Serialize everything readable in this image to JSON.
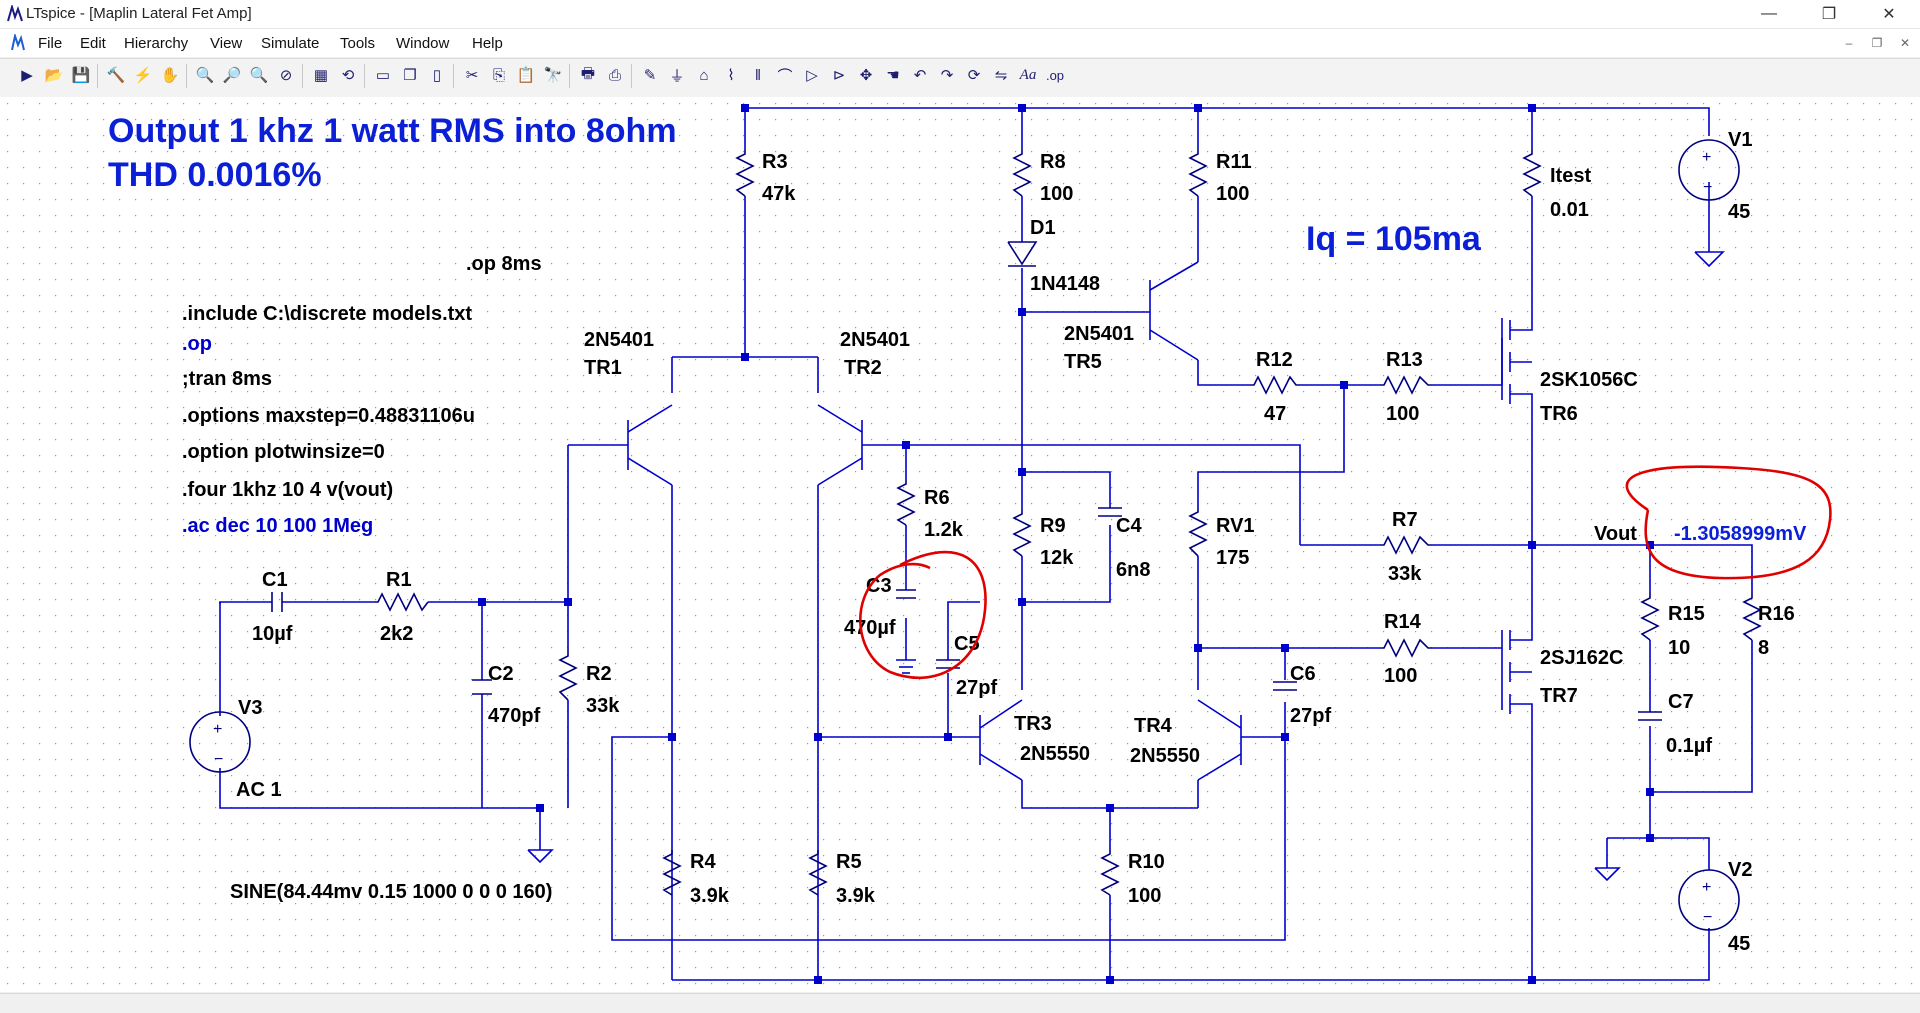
{
  "window": {
    "title": "LTspice - [Maplin Lateral Fet Amp]"
  },
  "menu": [
    "File",
    "Edit",
    "Hierarchy",
    "View",
    "Simulate",
    "Tools",
    "Window",
    "Help"
  ],
  "toolbar": {
    "icons": [
      "run-icon",
      "open-icon",
      "save-icon",
      "control-panel-icon",
      "probe-icon",
      "pan-hand-icon",
      "zoom-in-icon",
      "zoom-fit-icon",
      "zoom-out-icon",
      "zoom-cancel-icon",
      "plot-icon",
      "autorange-icon",
      "tile-horizontal-icon",
      "cascade-icon",
      "tile-vertical-icon",
      "cut-icon",
      "copy-icon",
      "paste-icon",
      "find-icon",
      "print-icon",
      "print-setup-icon",
      "draw-wire-icon",
      "ground-icon",
      "label-net-icon",
      "resistor-icon",
      "capacitor-icon",
      "inductor-icon",
      "diode-icon",
      "component-icon",
      "move-icon",
      "drag-icon",
      "undo-icon",
      "redo-icon",
      "rotate-icon",
      "mirror-icon",
      "text-icon",
      "spice-directive-icon"
    ],
    "text_icon_label": "Aa",
    "op_icon_label": ".op"
  },
  "schematic": {
    "headline1": "Output 1 khz 1 watt RMS into 8ohm",
    "headline2": "THD 0.0016%",
    "iq": "Iq = 105ma",
    "directives": [
      {
        "text": ".op 8ms",
        "color": "#000000"
      },
      {
        "text": ".include C:\\discrete models.txt",
        "color": "#000000"
      },
      {
        "text": ".op",
        "color": "#0000cc"
      },
      {
        "text": ";tran 8ms",
        "color": "#000000"
      },
      {
        "text": ".options maxstep=0.48831106u",
        "color": "#000000"
      },
      {
        "text": ".option plotwinsize=0",
        "color": "#000000"
      },
      {
        "text": ".four 1khz 10 4 v(vout)",
        "color": "#000000"
      },
      {
        "text": ".ac dec 10 100 1Meg",
        "color": "#0000cc"
      }
    ],
    "sine": "SINE(84.44mv 0.15 1000 0 0 0 160)",
    "vout_label": "Vout",
    "vout_value": "-1.3058999mV",
    "components": [
      {
        "name": "R3",
        "value": "47k"
      },
      {
        "name": "R8",
        "value": "100"
      },
      {
        "name": "R11",
        "value": "100"
      },
      {
        "name": "Itest",
        "value": "0.01"
      },
      {
        "name": "V1",
        "value": "45"
      },
      {
        "name": "D1",
        "value": "1N4148"
      },
      {
        "name": "TR1",
        "value": "2N5401"
      },
      {
        "name": "TR2",
        "value": "2N5401"
      },
      {
        "name": "TR5",
        "value": "2N5401"
      },
      {
        "name": "R12",
        "value": "47"
      },
      {
        "name": "R13",
        "value": "100"
      },
      {
        "name": "TR6",
        "value": "2SK1056C"
      },
      {
        "name": "R6",
        "value": "1.2k"
      },
      {
        "name": "R9",
        "value": "12k"
      },
      {
        "name": "C4",
        "value": "6n8"
      },
      {
        "name": "RV1",
        "value": "175"
      },
      {
        "name": "R7",
        "value": "33k"
      },
      {
        "name": "C3",
        "value": "470µf"
      },
      {
        "name": "C5",
        "value": "27pf"
      },
      {
        "name": "C1",
        "value": "10µf"
      },
      {
        "name": "R1",
        "value": "2k2"
      },
      {
        "name": "C2",
        "value": "470pf"
      },
      {
        "name": "R2",
        "value": "33k"
      },
      {
        "name": "V3",
        "value": "AC 1"
      },
      {
        "name": "TR3",
        "value": "2N5550"
      },
      {
        "name": "TR4",
        "value": "2N5550"
      },
      {
        "name": "C6",
        "value": "27pf"
      },
      {
        "name": "R14",
        "value": "100"
      },
      {
        "name": "TR7",
        "value": "2SJ162C"
      },
      {
        "name": "R15",
        "value": "10"
      },
      {
        "name": "R16",
        "value": "8"
      },
      {
        "name": "C7",
        "value": "0.1µf"
      },
      {
        "name": "V2",
        "value": "45"
      },
      {
        "name": "R4",
        "value": "3.9k"
      },
      {
        "name": "R5",
        "value": "3.9k"
      },
      {
        "name": "R10",
        "value": "100"
      }
    ]
  },
  "colors": {
    "wire": "#0000cc",
    "annotation": "#0b1fd6",
    "markup": "#e00000",
    "text": "#000000"
  }
}
